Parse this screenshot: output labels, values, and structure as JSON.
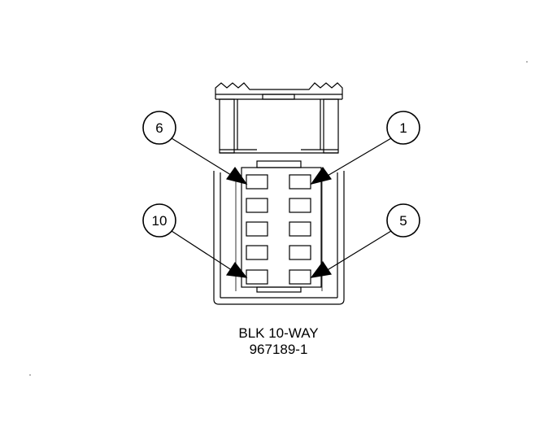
{
  "connector": {
    "name": "BLK 10-WAY",
    "part_number": "967189-1"
  },
  "callouts": [
    {
      "label": "6",
      "pin": "top-left"
    },
    {
      "label": "1",
      "pin": "top-right"
    },
    {
      "label": "10",
      "pin": "bottom-left"
    },
    {
      "label": "5",
      "pin": "bottom-right"
    }
  ],
  "colors": {
    "stroke": "#000000",
    "fill": "#ffffff"
  }
}
